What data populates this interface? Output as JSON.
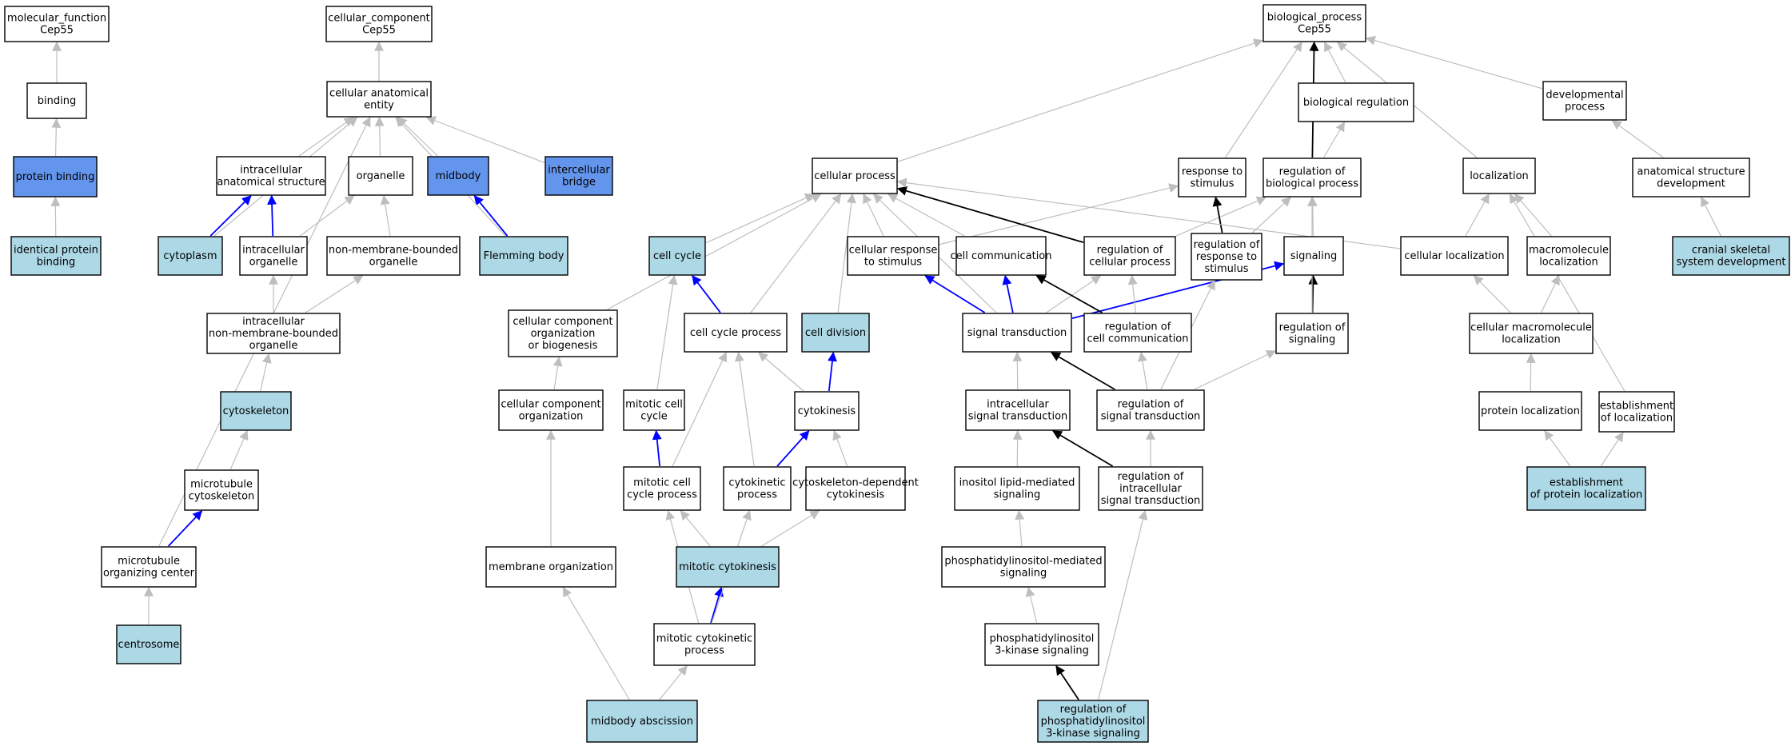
{
  "colors": {
    "default_fill": "#ffffff",
    "annotated_fill": "#add8e6",
    "direct_fill": "#6495ed",
    "is_a_edge": "#bebebe",
    "part_of_edge": "#0000ff",
    "regulates_edge": "#000000"
  },
  "nodes": [
    {
      "id": "mf",
      "lines": [
        "molecular_function",
        "Cep55"
      ],
      "style": "default"
    },
    {
      "id": "binding",
      "lines": [
        "binding"
      ],
      "style": "default"
    },
    {
      "id": "protein_binding",
      "lines": [
        "protein binding"
      ],
      "style": "direct"
    },
    {
      "id": "identical_protein_binding",
      "lines": [
        "identical protein",
        "binding"
      ],
      "style": "annotated"
    },
    {
      "id": "cc",
      "lines": [
        "cellular_component",
        "Cep55"
      ],
      "style": "default"
    },
    {
      "id": "cellular_anatomical_entity",
      "lines": [
        "cellular anatomical",
        "entity"
      ],
      "style": "default"
    },
    {
      "id": "intracellular_anatomical_structure",
      "lines": [
        "intracellular",
        "anatomical structure"
      ],
      "style": "default"
    },
    {
      "id": "organelle",
      "lines": [
        "organelle"
      ],
      "style": "default"
    },
    {
      "id": "midbody",
      "lines": [
        "midbody"
      ],
      "style": "direct"
    },
    {
      "id": "intercellular_bridge",
      "lines": [
        "intercellular",
        "bridge"
      ],
      "style": "direct"
    },
    {
      "id": "cytoplasm",
      "lines": [
        "cytoplasm"
      ],
      "style": "annotated"
    },
    {
      "id": "intracellular_organelle",
      "lines": [
        "intracellular",
        "organelle"
      ],
      "style": "default"
    },
    {
      "id": "non_membrane_bounded_organelle",
      "lines": [
        "non-membrane-bounded",
        "organelle"
      ],
      "style": "default"
    },
    {
      "id": "flemming_body",
      "lines": [
        "Flemming body"
      ],
      "style": "annotated"
    },
    {
      "id": "intracellular_nmbo",
      "lines": [
        "intracellular",
        "non-membrane-bounded",
        "organelle"
      ],
      "style": "default"
    },
    {
      "id": "cytoskeleton",
      "lines": [
        "cytoskeleton"
      ],
      "style": "annotated"
    },
    {
      "id": "microtubule_cytoskeleton",
      "lines": [
        "microtubule",
        "cytoskeleton"
      ],
      "style": "default"
    },
    {
      "id": "mtoc",
      "lines": [
        "microtubule",
        "organizing center"
      ],
      "style": "default"
    },
    {
      "id": "centrosome",
      "lines": [
        "centrosome"
      ],
      "style": "annotated"
    },
    {
      "id": "bp",
      "lines": [
        "biological_process",
        "Cep55"
      ],
      "style": "default"
    },
    {
      "id": "biological_regulation",
      "lines": [
        "biological regulation"
      ],
      "style": "default"
    },
    {
      "id": "developmental_process",
      "lines": [
        "developmental",
        "process"
      ],
      "style": "default"
    },
    {
      "id": "cellular_process",
      "lines": [
        "cellular process"
      ],
      "style": "default"
    },
    {
      "id": "response_to_stimulus",
      "lines": [
        "response to",
        "stimulus"
      ],
      "style": "default"
    },
    {
      "id": "regulation_of_biological_process",
      "lines": [
        "regulation of",
        "biological process"
      ],
      "style": "default"
    },
    {
      "id": "localization",
      "lines": [
        "localization"
      ],
      "style": "default"
    },
    {
      "id": "anatomical_structure_development",
      "lines": [
        "anatomical structure",
        "development"
      ],
      "style": "default"
    },
    {
      "id": "cell_cycle",
      "lines": [
        "cell cycle"
      ],
      "style": "annotated"
    },
    {
      "id": "cellular_response_to_stimulus",
      "lines": [
        "cellular response",
        "to stimulus"
      ],
      "style": "default"
    },
    {
      "id": "cell_communication",
      "lines": [
        "cell communication"
      ],
      "style": "default"
    },
    {
      "id": "regulation_of_cellular_process",
      "lines": [
        "regulation of",
        "cellular process"
      ],
      "style": "default"
    },
    {
      "id": "regulation_of_response_to_stimulus",
      "lines": [
        "regulation of",
        "response to",
        "stimulus"
      ],
      "style": "default"
    },
    {
      "id": "signaling",
      "lines": [
        "signaling"
      ],
      "style": "default"
    },
    {
      "id": "cellular_localization",
      "lines": [
        "cellular localization"
      ],
      "style": "default"
    },
    {
      "id": "macromolecule_localization",
      "lines": [
        "macromolecule",
        "localization"
      ],
      "style": "default"
    },
    {
      "id": "cranial_skeletal_system_development",
      "lines": [
        "cranial skeletal",
        "system development"
      ],
      "style": "annotated"
    },
    {
      "id": "cellular_component_organization_or_biogenesis",
      "lines": [
        "cellular component",
        "organization",
        "or biogenesis"
      ],
      "style": "default"
    },
    {
      "id": "cell_cycle_process",
      "lines": [
        "cell cycle process"
      ],
      "style": "default"
    },
    {
      "id": "cell_division",
      "lines": [
        "cell division"
      ],
      "style": "annotated"
    },
    {
      "id": "signal_transduction",
      "lines": [
        "signal transduction"
      ],
      "style": "default"
    },
    {
      "id": "regulation_of_cell_communication",
      "lines": [
        "regulation of",
        "cell communication"
      ],
      "style": "default"
    },
    {
      "id": "regulation_of_signaling",
      "lines": [
        "regulation of",
        "signaling"
      ],
      "style": "default"
    },
    {
      "id": "cellular_macromolecule_localization",
      "lines": [
        "cellular macromolecule",
        "localization"
      ],
      "style": "default"
    },
    {
      "id": "cellular_component_organization",
      "lines": [
        "cellular component",
        "organization"
      ],
      "style": "default"
    },
    {
      "id": "mitotic_cell_cycle",
      "lines": [
        "mitotic cell",
        "cycle"
      ],
      "style": "default"
    },
    {
      "id": "cytokinesis",
      "lines": [
        "cytokinesis"
      ],
      "style": "default"
    },
    {
      "id": "intracellular_signal_transduction",
      "lines": [
        "intracellular",
        "signal transduction"
      ],
      "style": "default"
    },
    {
      "id": "regulation_of_signal_transduction",
      "lines": [
        "regulation of",
        "signal transduction"
      ],
      "style": "default"
    },
    {
      "id": "protein_localization",
      "lines": [
        "protein localization"
      ],
      "style": "default"
    },
    {
      "id": "establishment_of_localization",
      "lines": [
        "establishment",
        "of localization"
      ],
      "style": "default"
    },
    {
      "id": "mitotic_cell_cycle_process",
      "lines": [
        "mitotic cell",
        "cycle process"
      ],
      "style": "default"
    },
    {
      "id": "cytokinetic_process",
      "lines": [
        "cytokinetic",
        "process"
      ],
      "style": "default"
    },
    {
      "id": "cytoskeleton_dependent_cytokinesis",
      "lines": [
        "cytoskeleton-dependent",
        "cytokinesis"
      ],
      "style": "default"
    },
    {
      "id": "inositol_lipid_mediated_signaling",
      "lines": [
        "inositol lipid-mediated",
        "signaling"
      ],
      "style": "default"
    },
    {
      "id": "regulation_of_intracellular_signal_transduction",
      "lines": [
        "regulation of",
        "intracellular",
        "signal transduction"
      ],
      "style": "default"
    },
    {
      "id": "establishment_of_protein_localization",
      "lines": [
        "establishment",
        "of protein localization"
      ],
      "style": "annotated"
    },
    {
      "id": "membrane_organization",
      "lines": [
        "membrane organization"
      ],
      "style": "default"
    },
    {
      "id": "mitotic_cytokinesis",
      "lines": [
        "mitotic cytokinesis"
      ],
      "style": "annotated"
    },
    {
      "id": "phosphatidylinositol_mediated_signaling",
      "lines": [
        "phosphatidylinositol-mediated",
        "signaling"
      ],
      "style": "default"
    },
    {
      "id": "mitotic_cytokinetic_process",
      "lines": [
        "mitotic cytokinetic",
        "process"
      ],
      "style": "default"
    },
    {
      "id": "pi3k_signaling",
      "lines": [
        "phosphatidylinositol",
        "3-kinase signaling"
      ],
      "style": "default"
    },
    {
      "id": "midbody_abscission",
      "lines": [
        "midbody abscission"
      ],
      "style": "annotated"
    },
    {
      "id": "regulation_of_pi3k_signaling",
      "lines": [
        "regulation of",
        "phosphatidylinositol",
        "3-kinase signaling"
      ],
      "style": "annotated"
    }
  ],
  "edges": [
    {
      "from": "binding",
      "to": "mf",
      "rel": "is_a"
    },
    {
      "from": "protein_binding",
      "to": "binding",
      "rel": "is_a"
    },
    {
      "from": "identical_protein_binding",
      "to": "protein_binding",
      "rel": "is_a"
    },
    {
      "from": "cellular_anatomical_entity",
      "to": "cc",
      "rel": "is_a"
    },
    {
      "from": "intracellular_anatomical_structure",
      "to": "cellular_anatomical_entity",
      "rel": "is_a"
    },
    {
      "from": "organelle",
      "to": "cellular_anatomical_entity",
      "rel": "is_a"
    },
    {
      "from": "midbody",
      "to": "cellular_anatomical_entity",
      "rel": "is_a"
    },
    {
      "from": "intercellular_bridge",
      "to": "cellular_anatomical_entity",
      "rel": "is_a"
    },
    {
      "from": "cytoplasm",
      "to": "cellular_anatomical_entity",
      "rel": "is_a"
    },
    {
      "from": "cytoplasm",
      "to": "intracellular_anatomical_structure",
      "rel": "part_of"
    },
    {
      "from": "intracellular_organelle",
      "to": "intracellular_anatomical_structure",
      "rel": "part_of"
    },
    {
      "from": "intracellular_organelle",
      "to": "organelle",
      "rel": "is_a"
    },
    {
      "from": "non_membrane_bounded_organelle",
      "to": "organelle",
      "rel": "is_a"
    },
    {
      "from": "flemming_body",
      "to": "midbody",
      "rel": "part_of"
    },
    {
      "from": "flemming_body",
      "to": "cellular_anatomical_entity",
      "rel": "is_a"
    },
    {
      "from": "intracellular_nmbo",
      "to": "intracellular_organelle",
      "rel": "is_a"
    },
    {
      "from": "intracellular_nmbo",
      "to": "non_membrane_bounded_organelle",
      "rel": "is_a"
    },
    {
      "from": "cytoskeleton",
      "to": "intracellular_nmbo",
      "rel": "is_a"
    },
    {
      "from": "microtubule_cytoskeleton",
      "to": "cytoskeleton",
      "rel": "is_a"
    },
    {
      "from": "mtoc",
      "to": "microtubule_cytoskeleton",
      "rel": "part_of"
    },
    {
      "from": "mtoc",
      "to": "cellular_anatomical_entity",
      "rel": "is_a"
    },
    {
      "from": "centrosome",
      "to": "mtoc",
      "rel": "is_a"
    },
    {
      "from": "biological_regulation",
      "to": "bp",
      "rel": "is_a"
    },
    {
      "from": "developmental_process",
      "to": "bp",
      "rel": "is_a"
    },
    {
      "from": "cellular_process",
      "to": "bp",
      "rel": "is_a"
    },
    {
      "from": "response_to_stimulus",
      "to": "bp",
      "rel": "is_a"
    },
    {
      "from": "regulation_of_biological_process",
      "to": "bp",
      "rel": "regulates"
    },
    {
      "from": "regulation_of_biological_process",
      "to": "biological_regulation",
      "rel": "is_a"
    },
    {
      "from": "localization",
      "to": "bp",
      "rel": "is_a"
    },
    {
      "from": "anatomical_structure_development",
      "to": "developmental_process",
      "rel": "is_a"
    },
    {
      "from": "cell_cycle",
      "to": "cellular_process",
      "rel": "is_a"
    },
    {
      "from": "cellular_response_to_stimulus",
      "to": "cellular_process",
      "rel": "is_a"
    },
    {
      "from": "cellular_response_to_stimulus",
      "to": "response_to_stimulus",
      "rel": "is_a"
    },
    {
      "from": "cell_communication",
      "to": "cellular_process",
      "rel": "is_a"
    },
    {
      "from": "regulation_of_cellular_process",
      "to": "cellular_process",
      "rel": "regulates"
    },
    {
      "from": "regulation_of_cellular_process",
      "to": "regulation_of_biological_process",
      "rel": "is_a"
    },
    {
      "from": "regulation_of_response_to_stimulus",
      "to": "response_to_stimulus",
      "rel": "regulates"
    },
    {
      "from": "regulation_of_response_to_stimulus",
      "to": "regulation_of_biological_process",
      "rel": "is_a"
    },
    {
      "from": "signaling",
      "to": "regulation_of_biological_process",
      "rel": "is_a"
    },
    {
      "from": "cellular_localization",
      "to": "cellular_process",
      "rel": "is_a"
    },
    {
      "from": "cellular_localization",
      "to": "localization",
      "rel": "is_a"
    },
    {
      "from": "macromolecule_localization",
      "to": "localization",
      "rel": "is_a"
    },
    {
      "from": "cranial_skeletal_system_development",
      "to": "anatomical_structure_development",
      "rel": "is_a"
    },
    {
      "from": "cellular_component_organization_or_biogenesis",
      "to": "cellular_process",
      "rel": "is_a"
    },
    {
      "from": "cell_cycle_process",
      "to": "cell_cycle",
      "rel": "part_of"
    },
    {
      "from": "cell_cycle_process",
      "to": "cellular_process",
      "rel": "is_a"
    },
    {
      "from": "cell_division",
      "to": "cellular_process",
      "rel": "is_a"
    },
    {
      "from": "signal_transduction",
      "to": "cellular_response_to_stimulus",
      "rel": "part_of"
    },
    {
      "from": "signal_transduction",
      "to": "cell_communication",
      "rel": "part_of"
    },
    {
      "from": "signal_transduction",
      "to": "signaling",
      "rel": "part_of"
    },
    {
      "from": "signal_transduction",
      "to": "cellular_process",
      "rel": "is_a"
    },
    {
      "from": "signal_transduction",
      "to": "regulation_of_cellular_process",
      "rel": "is_a"
    },
    {
      "from": "regulation_of_cell_communication",
      "to": "cell_communication",
      "rel": "regulates"
    },
    {
      "from": "regulation_of_cell_communication",
      "to": "regulation_of_cellular_process",
      "rel": "is_a"
    },
    {
      "from": "regulation_of_signaling",
      "to": "signaling",
      "rel": "regulates"
    },
    {
      "from": "regulation_of_signaling",
      "to": "regulation_of_biological_process",
      "rel": "is_a"
    },
    {
      "from": "cellular_macromolecule_localization",
      "to": "cellular_localization",
      "rel": "is_a"
    },
    {
      "from": "cellular_macromolecule_localization",
      "to": "macromolecule_localization",
      "rel": "is_a"
    },
    {
      "from": "cellular_component_organization",
      "to": "cellular_component_organization_or_biogenesis",
      "rel": "is_a"
    },
    {
      "from": "mitotic_cell_cycle",
      "to": "cell_cycle",
      "rel": "is_a"
    },
    {
      "from": "cytokinesis",
      "to": "cell_division",
      "rel": "part_of"
    },
    {
      "from": "cytokinesis",
      "to": "cell_cycle_process",
      "rel": "is_a"
    },
    {
      "from": "intracellular_signal_transduction",
      "to": "signal_transduction",
      "rel": "is_a"
    },
    {
      "from": "regulation_of_signal_transduction",
      "to": "signal_transduction",
      "rel": "regulates"
    },
    {
      "from": "regulation_of_signal_transduction",
      "to": "regulation_of_cell_communication",
      "rel": "is_a"
    },
    {
      "from": "regulation_of_signal_transduction",
      "to": "regulation_of_signaling",
      "rel": "is_a"
    },
    {
      "from": "regulation_of_signal_transduction",
      "to": "regulation_of_response_to_stimulus",
      "rel": "is_a"
    },
    {
      "from": "protein_localization",
      "to": "cellular_macromolecule_localization",
      "rel": "is_a"
    },
    {
      "from": "establishment_of_localization",
      "to": "localization",
      "rel": "is_a"
    },
    {
      "from": "mitotic_cell_cycle_process",
      "to": "mitotic_cell_cycle",
      "rel": "part_of"
    },
    {
      "from": "mitotic_cell_cycle_process",
      "to": "cell_cycle_process",
      "rel": "is_a"
    },
    {
      "from": "cytokinetic_process",
      "to": "cytokinesis",
      "rel": "part_of"
    },
    {
      "from": "cytokinetic_process",
      "to": "cell_cycle_process",
      "rel": "is_a"
    },
    {
      "from": "cytoskeleton_dependent_cytokinesis",
      "to": "cytokinesis",
      "rel": "is_a"
    },
    {
      "from": "inositol_lipid_mediated_signaling",
      "to": "intracellular_signal_transduction",
      "rel": "is_a"
    },
    {
      "from": "regulation_of_intracellular_signal_transduction",
      "to": "intracellular_signal_transduction",
      "rel": "regulates"
    },
    {
      "from": "regulation_of_intracellular_signal_transduction",
      "to": "regulation_of_signal_transduction",
      "rel": "is_a"
    },
    {
      "from": "establishment_of_protein_localization",
      "to": "protein_localization",
      "rel": "is_a"
    },
    {
      "from": "establishment_of_protein_localization",
      "to": "establishment_of_localization",
      "rel": "is_a"
    },
    {
      "from": "membrane_organization",
      "to": "cellular_component_organization",
      "rel": "is_a"
    },
    {
      "from": "mitotic_cytokinesis",
      "to": "mitotic_cell_cycle_process",
      "rel": "is_a"
    },
    {
      "from": "mitotic_cytokinesis",
      "to": "cytoskeleton_dependent_cytokinesis",
      "rel": "is_a"
    },
    {
      "from": "phosphatidylinositol_mediated_signaling",
      "to": "inositol_lipid_mediated_signaling",
      "rel": "is_a"
    },
    {
      "from": "mitotic_cytokinetic_process",
      "to": "mitotic_cytokinesis",
      "rel": "part_of"
    },
    {
      "from": "mitotic_cytokinetic_process",
      "to": "mitotic_cell_cycle_process",
      "rel": "is_a"
    },
    {
      "from": "mitotic_cytokinetic_process",
      "to": "cytokinetic_process",
      "rel": "is_a"
    },
    {
      "from": "pi3k_signaling",
      "to": "phosphatidylinositol_mediated_signaling",
      "rel": "is_a"
    },
    {
      "from": "midbody_abscission",
      "to": "mitotic_cytokinetic_process",
      "rel": "is_a"
    },
    {
      "from": "midbody_abscission",
      "to": "membrane_organization",
      "rel": "is_a"
    },
    {
      "from": "regulation_of_pi3k_signaling",
      "to": "pi3k_signaling",
      "rel": "regulates"
    },
    {
      "from": "regulation_of_pi3k_signaling",
      "to": "regulation_of_intracellular_signal_transduction",
      "rel": "is_a"
    }
  ]
}
